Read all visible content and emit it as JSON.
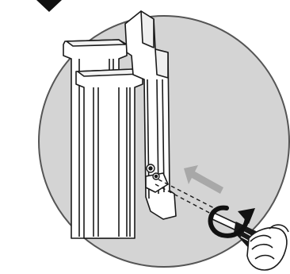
{
  "figure": {
    "kind": "assembly-instruction-illustration",
    "step_indicator": "down-arrow-icon",
    "detail_view": "circular-magnified-view",
    "parts": [
      "stand-post-front",
      "stand-post-rear",
      "mounting-bracket",
      "screw",
      "screwdriver",
      "hand"
    ],
    "action": "tighten-screw-clockwise",
    "action_icons": [
      "insertion-arrow-icon",
      "rotation-arrow-icon"
    ],
    "colors": {
      "circle_fill": "#d4d4d4",
      "circle_stroke": "#555555",
      "line": "#1a1a1a",
      "part_fill": "#ffffff",
      "arrow_gray": "#a8a8a8",
      "rotation_arrow": "#111111"
    }
  }
}
